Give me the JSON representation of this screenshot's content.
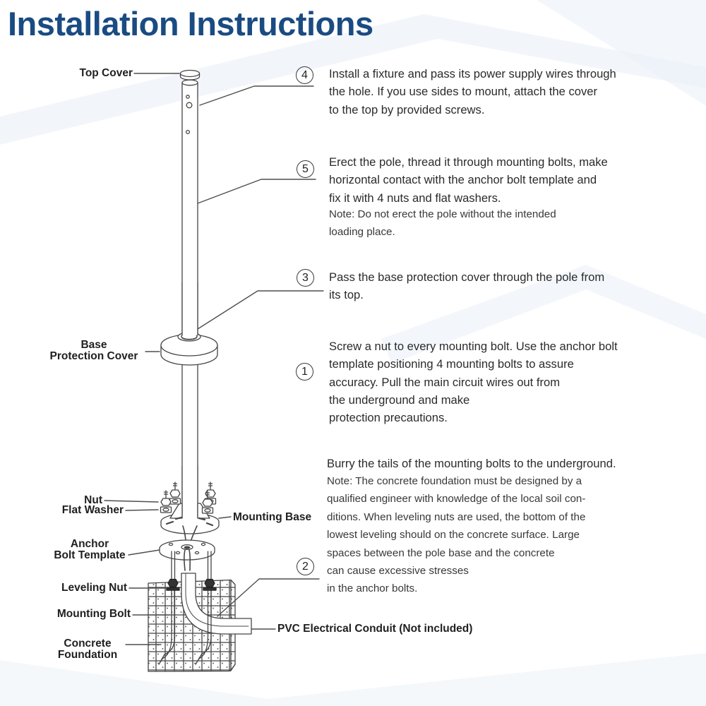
{
  "title": "Installation Instructions",
  "colors": {
    "title_blue": "#1a4b82",
    "body_text": "#2b2b2b",
    "line_art": "#454545",
    "watermark": "#edf3f9"
  },
  "diagram_labels": {
    "top_cover": "Top Cover",
    "base_protection_cover": [
      "Base",
      "Protection Cover"
    ],
    "nut": "Nut",
    "flat_washer": "Flat Washer",
    "mounting_base": "Mounting Base",
    "anchor_bolt_template": [
      "Anchor",
      "Bolt Template"
    ],
    "leveling_nut": "Leveling Nut",
    "mounting_bolt": "Mounting Bolt",
    "concrete_foundation": [
      "Concrete",
      "Foundation"
    ],
    "pvc_conduit": "PVC Electrical Conduit (Not included)"
  },
  "steps": [
    {
      "num": "4",
      "lines": [
        "Install a fixture and pass its power supply wires through",
        "the hole. If you use sides to mount, attach the cover",
        "to the top by provided screws."
      ],
      "note_lines": []
    },
    {
      "num": "5",
      "lines": [
        "Erect the pole, thread it through mounting bolts, make",
        "horizontal contact with the anchor bolt template and",
        "fix it with 4 nuts and flat washers."
      ],
      "note_lines": [
        "Note: Do not erect the pole without the intended",
        "loading place."
      ]
    },
    {
      "num": "3",
      "lines": [
        "Pass the base protection cover through the pole from",
        "its top."
      ],
      "note_lines": []
    },
    {
      "num": "1",
      "lines": [
        "Screw a nut to every mounting bolt. Use the anchor bolt",
        "template positioning 4 mounting bolts to assure",
        "accuracy. Pull the main circuit wires out from",
        "the underground and make",
        "protection precautions."
      ],
      "note_lines": []
    },
    {
      "num": "2",
      "lines": [
        "Burry the tails of the mounting bolts to the underground."
      ],
      "note_lines": [
        "Note: The concrete foundation must be designed by a",
        "qualified engineer with knowledge of the local soil con-",
        "ditions. When leveling nuts are used, the bottom of the",
        "lowest leveling should on the concrete surface. Large",
        "spaces between the pole base and the concrete",
        "can cause excessive stresses",
        "in the anchor bolts."
      ]
    }
  ]
}
